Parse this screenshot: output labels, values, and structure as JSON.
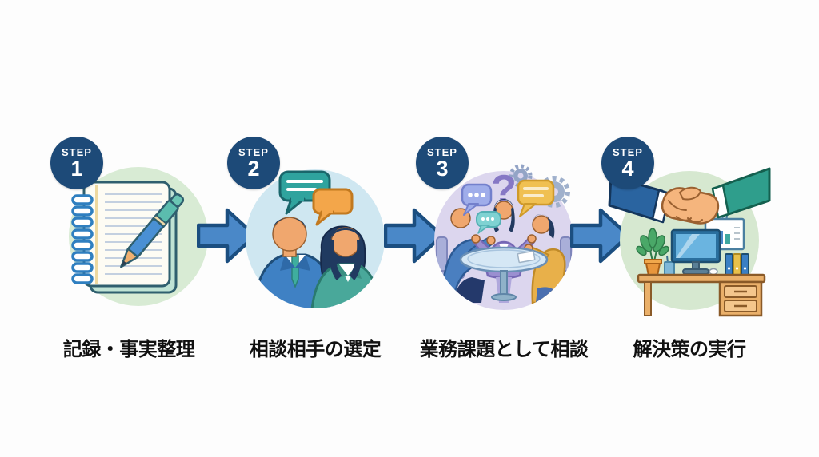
{
  "background_color": "#fdfdfd",
  "label_color": "#111111",
  "badge": {
    "bg": "#1d4a78",
    "text_color": "#ffffff"
  },
  "arrow": {
    "fill": "#4a88c8",
    "stroke": "#1b4e80",
    "direction": "right"
  },
  "steps": [
    {
      "badge_prefix": "STEP",
      "number": "1",
      "label": "記録・事実整理",
      "circle_color": "#d8ebd4",
      "illustration": "notebook-and-pen-icon",
      "icons": [
        "spiral-notebook-icon",
        "pen-icon"
      ]
    },
    {
      "badge_prefix": "STEP",
      "number": "2",
      "label": "相談相手の選定",
      "circle_color": "#cfe7f1",
      "illustration": "two-people-talking-icon",
      "icons": [
        "speech-bubble-teal-icon",
        "speech-bubble-orange-icon",
        "businessman-figure",
        "businesswoman-figure"
      ],
      "speech_bubble_colors": [
        "#2fa39e",
        "#f3a64a"
      ]
    },
    {
      "badge_prefix": "STEP",
      "number": "3",
      "label": "業務課題として相談",
      "circle_color": "#dcd6ee",
      "illustration": "team-meeting-discussion-icon",
      "question_mark": "?",
      "icons": [
        "question-mark-icon",
        "gear-icon",
        "gear-icon",
        "speech-bubble-dots-icon",
        "speech-bubble-lines-icon",
        "round-table",
        "three-people-figures"
      ]
    },
    {
      "badge_prefix": "STEP",
      "number": "4",
      "label": "解決策の実行",
      "circle_color": "#d6e8d0",
      "illustration": "handshake-over-office-desk-icon",
      "icons": [
        "handshake-icon",
        "wall-chart-icon",
        "monitor-icon",
        "plant-icon",
        "binders-icon",
        "desk-icon",
        "mouse-icon",
        "pen-cup-icon"
      ]
    }
  ]
}
